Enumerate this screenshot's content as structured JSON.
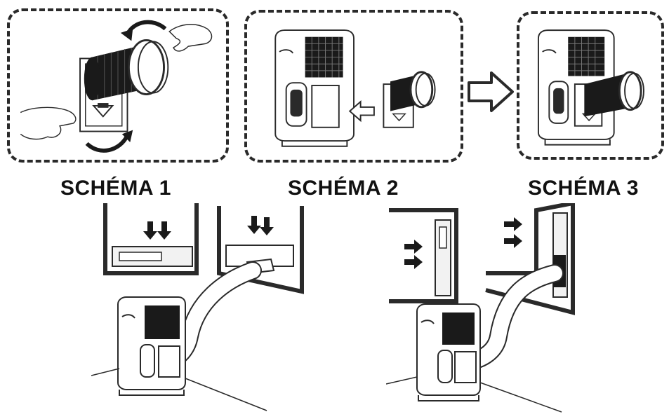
{
  "captions": {
    "schema1": "SCHÉMA 1",
    "schema2": "SCHÉMA 2",
    "schema3": "SCHÉMA 3"
  },
  "colors": {
    "line": "#2a2a2a",
    "hose": "#1a1a1a",
    "background": "#ffffff"
  }
}
